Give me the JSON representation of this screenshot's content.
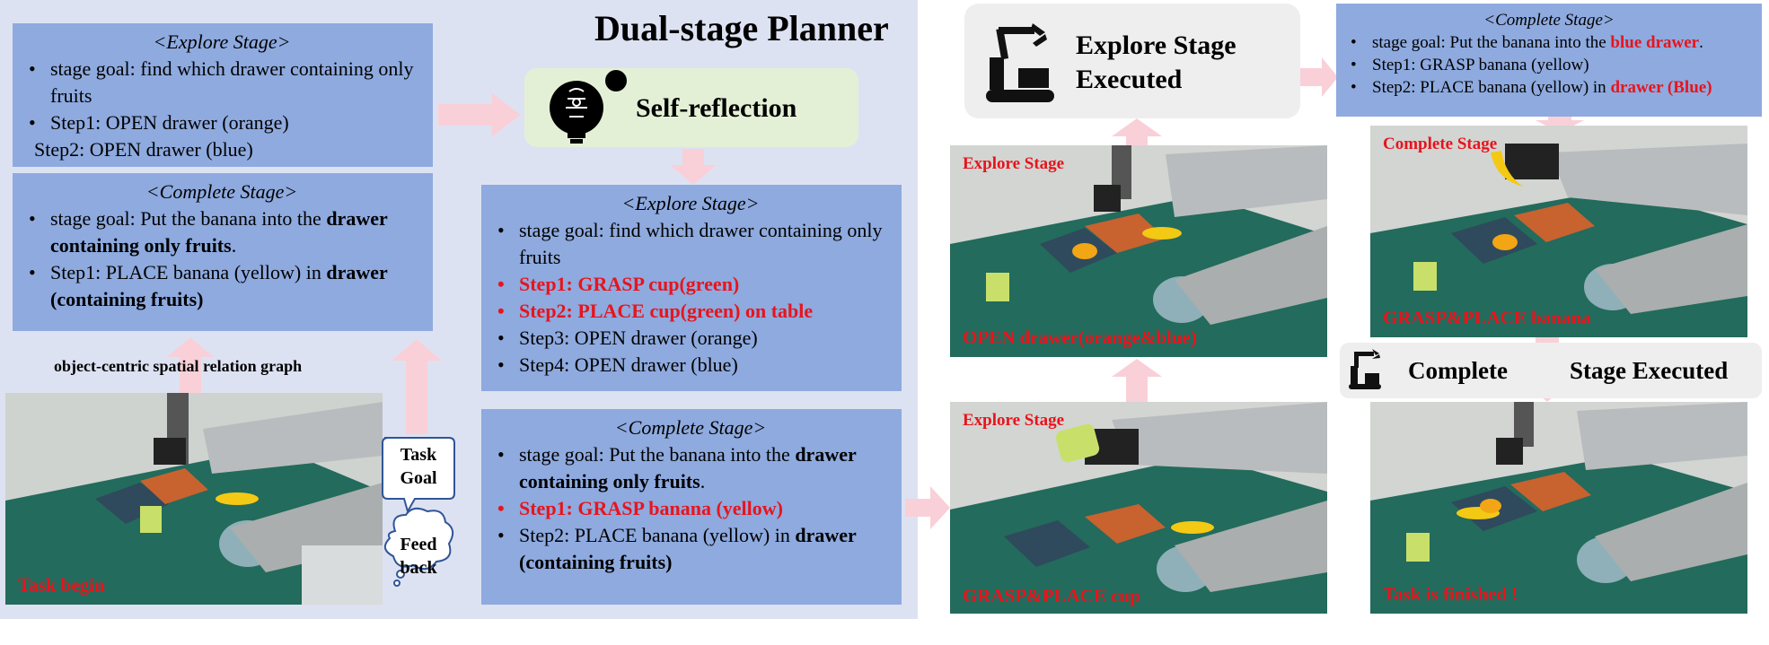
{
  "title": "Dual-stage Planner",
  "self_reflection": "Self-reflection",
  "graph_label": "object-centric spatial relation graph",
  "task_goal_lines": [
    "Task",
    "Goal"
  ],
  "feedback_lines": [
    "Feed",
    "back"
  ],
  "initial_plan": {
    "explore": {
      "title": "<Explore Stage>",
      "goal": "stage goal: find which drawer containing only fruits",
      "step1": "Step1: OPEN drawer (orange)",
      "step2": "Step2: OPEN drawer (blue)"
    },
    "complete": {
      "title": "<Complete Stage>",
      "goal_prefix": "stage goal: Put the banana into the ",
      "goal_bold": "drawer containing only fruits",
      "goal_suffix": ".",
      "step1_prefix": "Step1: PLACE banana (yellow) in ",
      "step1_bold": "drawer (containing fruits)"
    }
  },
  "refined_plan": {
    "explore": {
      "title": "<Explore Stage>",
      "goal": "stage goal: find which drawer containing only fruits",
      "step1": "Step1: GRASP cup(green)",
      "step2": "Step2: PLACE cup(green) on table",
      "step3": "Step3: OPEN drawer (orange)",
      "step4": "Step4: OPEN drawer (blue)"
    },
    "complete": {
      "title": "<Complete Stage>",
      "goal_prefix": "stage goal: Put the banana into the ",
      "goal_bold": "drawer containing only fruits",
      "goal_suffix": ".",
      "step1": "Step1: GRASP banana (yellow)",
      "step2_prefix": "Step2: PLACE banana (yellow) in ",
      "step2_bold": "drawer (containing fruits)"
    }
  },
  "final_plan": {
    "title": "<Complete Stage>",
    "goal_prefix": "stage goal: Put the banana into the ",
    "goal_red": "blue drawer",
    "goal_suffix": ".",
    "step1": "Step1: GRASP banana (yellow)",
    "step2_prefix": "Step2: PLACE banana (yellow) in ",
    "step2_red": "drawer (Blue)"
  },
  "exec_explore": [
    "Explore Stage",
    "Executed"
  ],
  "exec_complete": {
    "left": "Complete",
    "right": "Stage Executed"
  },
  "photos": {
    "task_begin": "Task begin",
    "explore1_tag": "Explore Stage",
    "explore1_caption": "GRASP&PLACE cup",
    "explore2_tag": "Explore Stage",
    "explore2_caption": "OPEN drawer(orange&blue)",
    "complete_tag": "Complete Stage",
    "complete_caption": "GRASP&PLACE banana",
    "finished": "Task is finished !"
  },
  "colors": {
    "accent_red": "#e8141c",
    "stage_box": "#8eaadf",
    "panel_bg": "#dde2f2",
    "arrow_pink": "#f9d0d8"
  }
}
